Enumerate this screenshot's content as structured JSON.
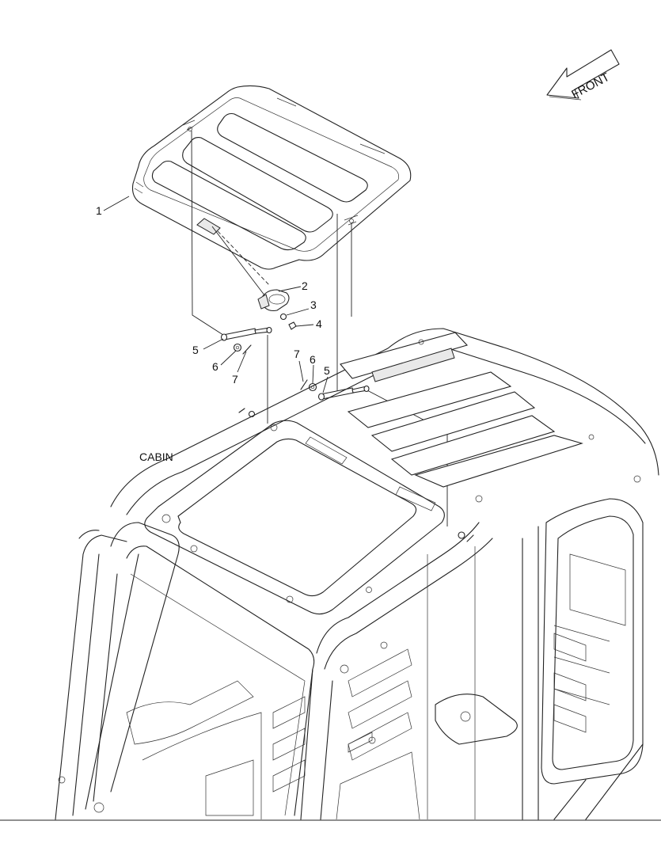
{
  "diagram": {
    "front_label": "FRONT",
    "cabin_label": "CABIN",
    "callouts": [
      {
        "id": "c1",
        "text": "1"
      },
      {
        "id": "c2",
        "text": "2"
      },
      {
        "id": "c3",
        "text": "3"
      },
      {
        "id": "c4",
        "text": "4"
      },
      {
        "id": "c5a",
        "text": "5"
      },
      {
        "id": "c6a",
        "text": "6"
      },
      {
        "id": "c7a",
        "text": "7"
      },
      {
        "id": "c7b",
        "text": "7"
      },
      {
        "id": "c6b",
        "text": "6"
      },
      {
        "id": "c5b",
        "text": "5"
      }
    ]
  }
}
